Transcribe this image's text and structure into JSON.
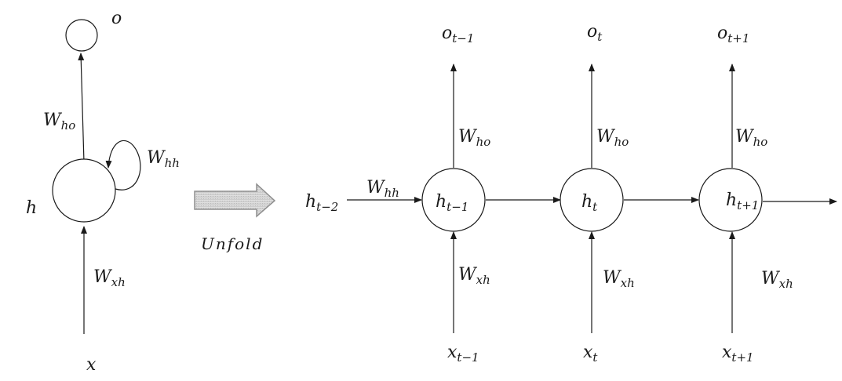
{
  "unfold_label": "Unfold",
  "folded": {
    "hidden": {
      "base": "h",
      "sub": ""
    },
    "output": {
      "base": "o",
      "sub": ""
    },
    "input": {
      "base": "x",
      "sub": ""
    },
    "w_ho": {
      "base": "W",
      "sub": "ho"
    },
    "w_hh": {
      "base": "W",
      "sub": "hh"
    },
    "w_xh": {
      "base": "W",
      "sub": "xh"
    }
  },
  "unfolded": {
    "h_prev": {
      "base": "h",
      "sub": "t−2"
    },
    "w_hh": {
      "base": "W",
      "sub": "hh"
    },
    "steps": [
      {
        "hidden": {
          "base": "h",
          "sub": "t−1"
        },
        "output": {
          "base": "o",
          "sub": "t−1"
        },
        "input": {
          "base": "x",
          "sub": "t−1"
        },
        "w_ho": {
          "base": "W",
          "sub": "ho"
        },
        "w_xh": {
          "base": "W",
          "sub": "xh"
        }
      },
      {
        "hidden": {
          "base": "h",
          "sub": "t"
        },
        "output": {
          "base": "o",
          "sub": "t"
        },
        "input": {
          "base": "x",
          "sub": "t"
        },
        "w_ho": {
          "base": "W",
          "sub": "ho"
        },
        "w_xh": {
          "base": "W",
          "sub": "xh"
        }
      },
      {
        "hidden": {
          "base": "h",
          "sub": "t+1"
        },
        "output": {
          "base": "o",
          "sub": "t+1"
        },
        "input": {
          "base": "x",
          "sub": "t+1"
        },
        "w_ho": {
          "base": "W",
          "sub": "ho"
        },
        "w_xh": {
          "base": "W",
          "sub": "xh"
        }
      }
    ]
  }
}
